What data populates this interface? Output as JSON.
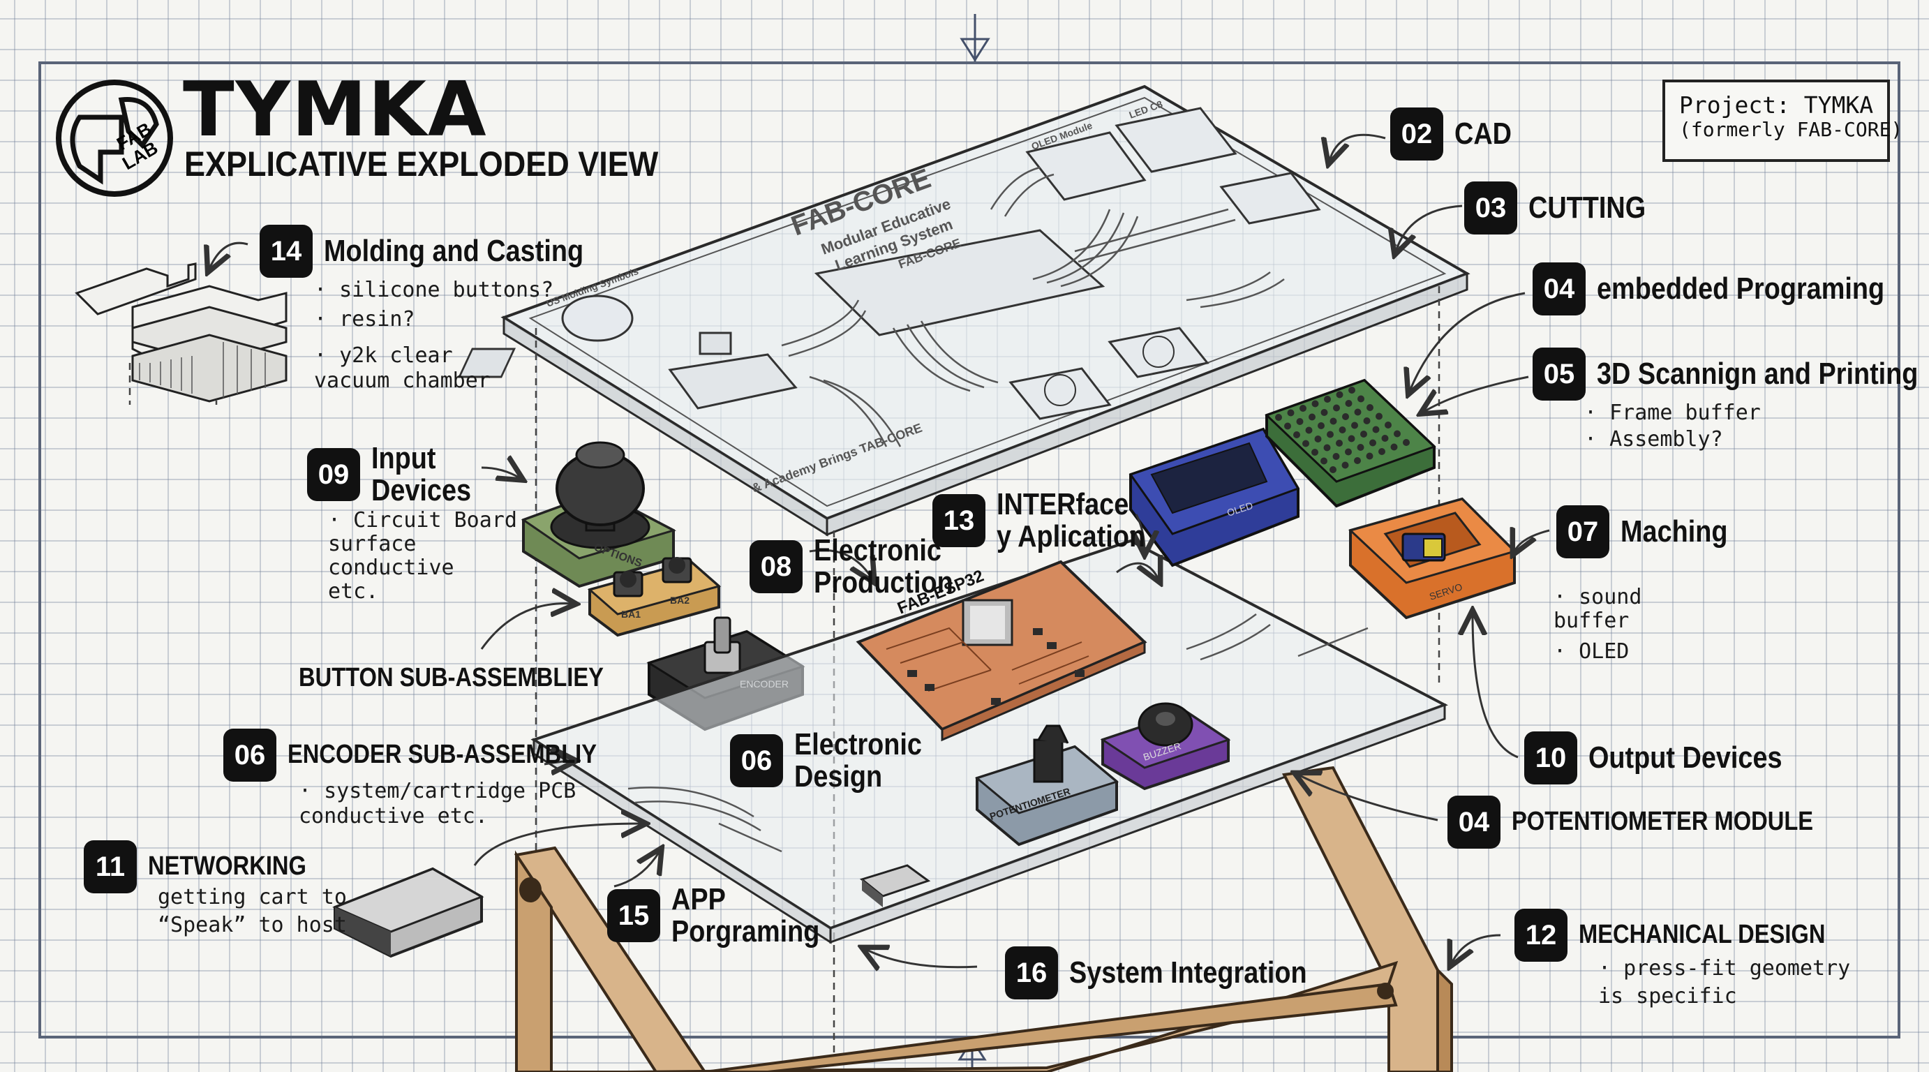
{
  "header": {
    "title": "TYMKA",
    "subtitle": "EXPLICATIVE EXPLODED VIEW",
    "logo_text_1": "FAB",
    "logo_text_2": "LAB"
  },
  "project_box": {
    "line1": "Project: TYMKA",
    "line2": "(formerly FAB-CORE)"
  },
  "labels": {
    "l02": {
      "num": "02",
      "text": "CAD"
    },
    "l03": {
      "num": "03",
      "text": "CUTTING"
    },
    "l04a": {
      "num": "04",
      "text": "embedded Programing"
    },
    "l05": {
      "num": "05",
      "text": "3D Scannign and Printing",
      "bullets": [
        "· Frame buffer",
        "· Assembly?"
      ]
    },
    "l07": {
      "num": "07",
      "text": "Maching",
      "bullets": [
        "· sound",
        "  buffer",
        "· OLED"
      ]
    },
    "l10": {
      "num": "10",
      "text": "Output Devices"
    },
    "l04b": {
      "num": "04",
      "text": "POTENTIOMETER MODULE"
    },
    "l12": {
      "num": "12",
      "text": "MECHANICAL DESIGN",
      "bullets": [
        "· press-fit geometry",
        "  is specific"
      ]
    },
    "l14": {
      "num": "14",
      "text": "Molding and Casting",
      "bullets": [
        "· silicone buttons?",
        "· resin?",
        "· y2k clear",
        "  vacuum chamber"
      ]
    },
    "l09": {
      "num": "09",
      "line1": "Input",
      "line2": "Devices",
      "bullets": [
        "· Circuit Board",
        "  surface",
        "  conductive",
        "  etc."
      ]
    },
    "l13": {
      "num": "13",
      "line1": "INTERface",
      "line2": "y Aplication"
    },
    "l08": {
      "num": "08",
      "line1": "Electronic",
      "line2": "Production"
    },
    "button_sub": {
      "text": "BUTTON SUB-ASSEMBLIEY"
    },
    "l06a": {
      "num": "06",
      "text": "ENCODER SUB-ASSEMBLIY",
      "bullets": [
        "· system/cartridge PCB",
        "  conductive etc."
      ]
    },
    "l06b": {
      "num": "06",
      "line1": "Electronic",
      "line2": "Design"
    },
    "l11": {
      "num": "11",
      "text": "NETWORKING",
      "bullets": [
        "getting cart to",
        "“Speak” to host"
      ]
    },
    "l15": {
      "num": "15",
      "line1": "APP",
      "line2": "Porgraming"
    },
    "l16": {
      "num": "16",
      "text": "System Integration"
    }
  },
  "board_text": {
    "top_board_1": "FAB-CORE",
    "top_board_2": "Modular Educative",
    "top_board_3": "Learning System",
    "top_board_4": "FAB-CORE",
    "top_board_5": "& Academy Brings TAB-CORE",
    "top_board_6": "US Molding Symbols",
    "top_board_7": "OLED Module",
    "top_board_8": "LED C8",
    "pcb_label": "FAB-ESP32",
    "oled_label": "OLED",
    "knob_label": "OPTIONS",
    "btn_label_1": "BA1",
    "btn_label_2": "BA2",
    "encoder_label": "ENCODER",
    "pot_label": "POTENTIOMETER",
    "buzzer_label": "BUZZER",
    "servo_label": "SERVO"
  },
  "colors": {
    "ink": "#111111",
    "grid": "#7d8aa0",
    "wood": "#d8b48a",
    "pcb": "#d58a5e",
    "oled_case": "#2f3d99",
    "matrix_case": "#3c6e3a",
    "servo_case": "#d9712b",
    "buzzer_case": "#6a3a98",
    "knob_base": "#6f8a55"
  }
}
